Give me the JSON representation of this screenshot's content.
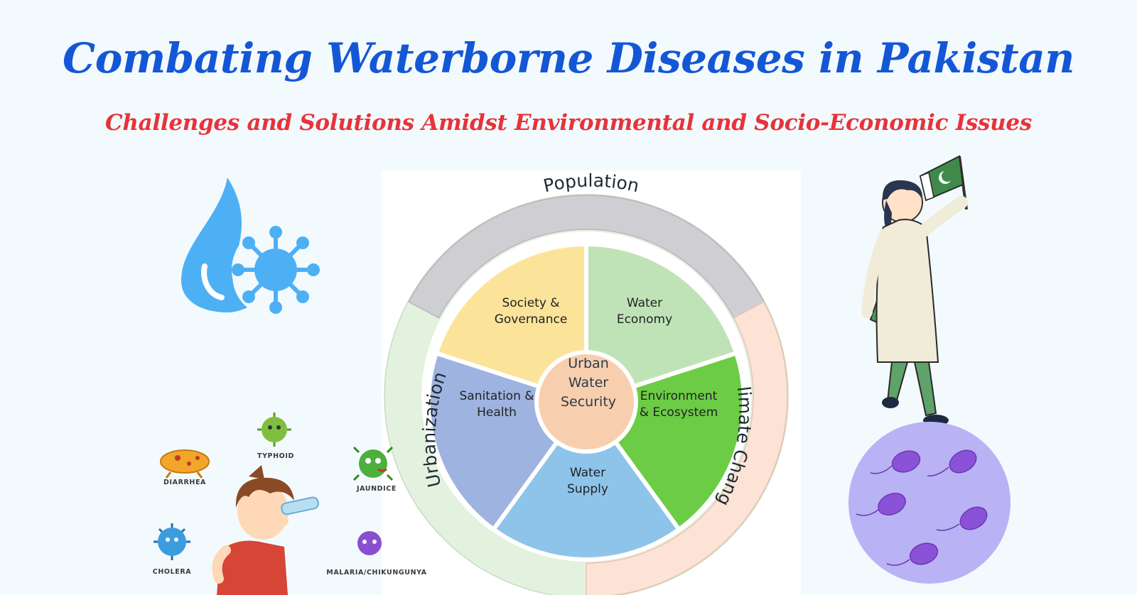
{
  "header": {
    "title": "Combating Waterborne Diseases in Pakistan",
    "subtitle": "Challenges and Solutions Amidst Environmental and Socio-Economic Issues"
  },
  "wheel": {
    "center": [
      "Urban",
      "Water",
      "Security"
    ],
    "sectors": {
      "society": [
        "Society &",
        "Governance"
      ],
      "economy": [
        "Water",
        "Economy"
      ],
      "environment": [
        "Environment",
        "& Ecosystem"
      ],
      "supply": [
        "Water",
        "Supply"
      ],
      "sanitation": [
        "Sanitation &",
        "Health"
      ]
    },
    "ring": {
      "population": "Population",
      "urbanization": "Urbanization",
      "climate": "Climate Change"
    }
  },
  "germs": {
    "typhoid": "TYPHOID",
    "diarrhea": "DIARRHEA",
    "jaundice": "JAUNDICE",
    "cholera": "CHOLERA",
    "malaria": "MALARIA/CHIKUNGUNYA"
  },
  "colors": {
    "title": "#1457d6",
    "subtitle": "#e7333a",
    "society": "#fbe49a",
    "economy": "#bfe3b6",
    "environment": "#6ccc46",
    "supply": "#8ec4ea",
    "sanitation": "#9fb3e0",
    "center": "#f8cfae",
    "ring_population": "#cfcfd3",
    "ring_urbanization": "#e3f1df",
    "ring_climate": "#fde3d6"
  },
  "icons": [
    "water-drop-virus-icon",
    "pakistan-flag-icon",
    "bacteria-globe-icon",
    "boy-drinking-icon"
  ]
}
